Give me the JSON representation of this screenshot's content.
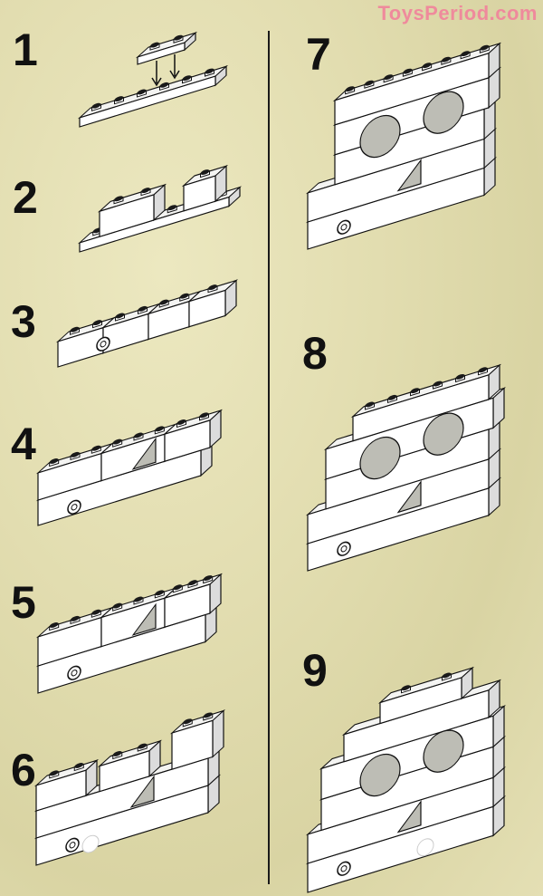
{
  "watermark": "ToysPeriod.com",
  "steps": [
    {
      "number": "1"
    },
    {
      "number": "2"
    },
    {
      "number": "3"
    },
    {
      "number": "4"
    },
    {
      "number": "5"
    },
    {
      "number": "6"
    },
    {
      "number": "7"
    },
    {
      "number": "8"
    },
    {
      "number": "9"
    }
  ],
  "colors": {
    "background": "#e2ddb0",
    "brick": "#ffffff",
    "outline": "#111111",
    "watermark": "#ef8a9c"
  }
}
